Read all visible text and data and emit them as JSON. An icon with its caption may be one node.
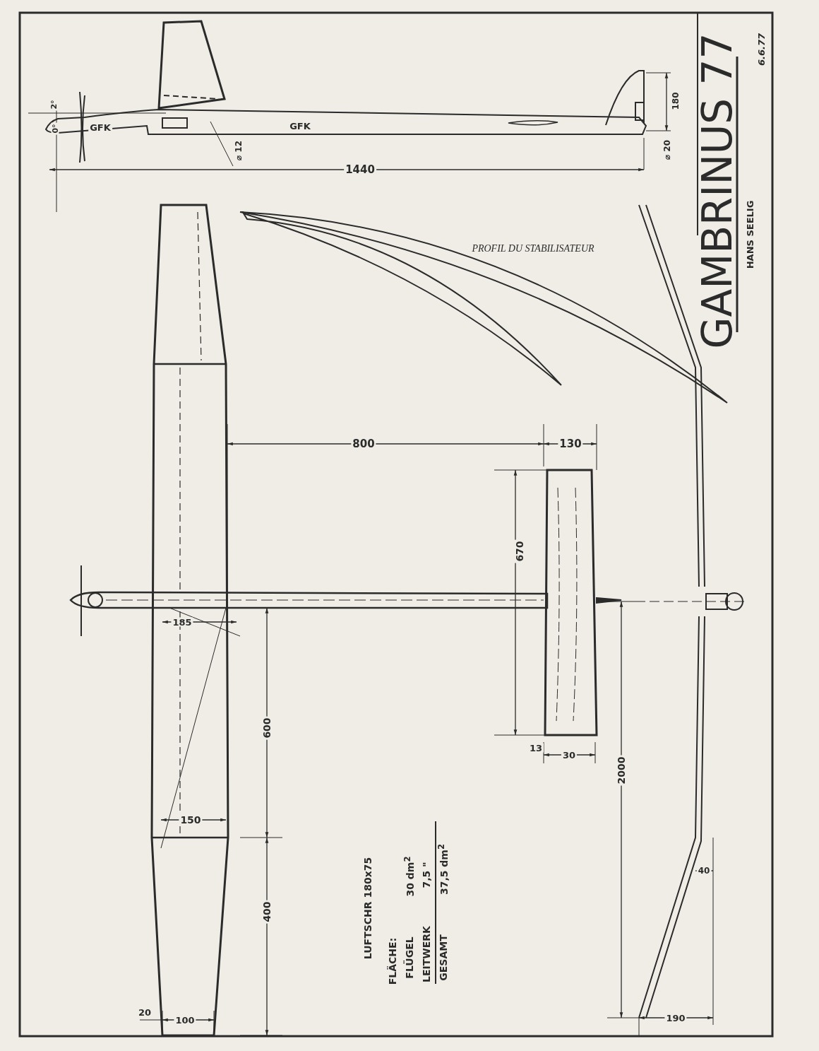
{
  "diagram": {
    "title": "GAMBRINUS 77",
    "labels": [
      "2°",
      "0°",
      "GFK",
      "GFK",
      "⌀ 12",
      "1440",
      "180",
      "⌀ 20",
      "PROFIL DU STABILISATEUR",
      "800",
      "130",
      "670",
      "185",
      "600",
      "150",
      "400",
      "20",
      "100",
      "13",
      "30",
      "2000",
      "40",
      "190",
      "LUFTSCHR 180x75",
      "FLÄCHE:",
      "FLÜGEL",
      "30 dm$^{2}$",
      "LEITWERK",
      "7,5 \"",
      "GESAMT",
      "37,5 dm$^{2}$",
      "HANS SEELIG",
      "6.6.77"
    ]
  }
}
